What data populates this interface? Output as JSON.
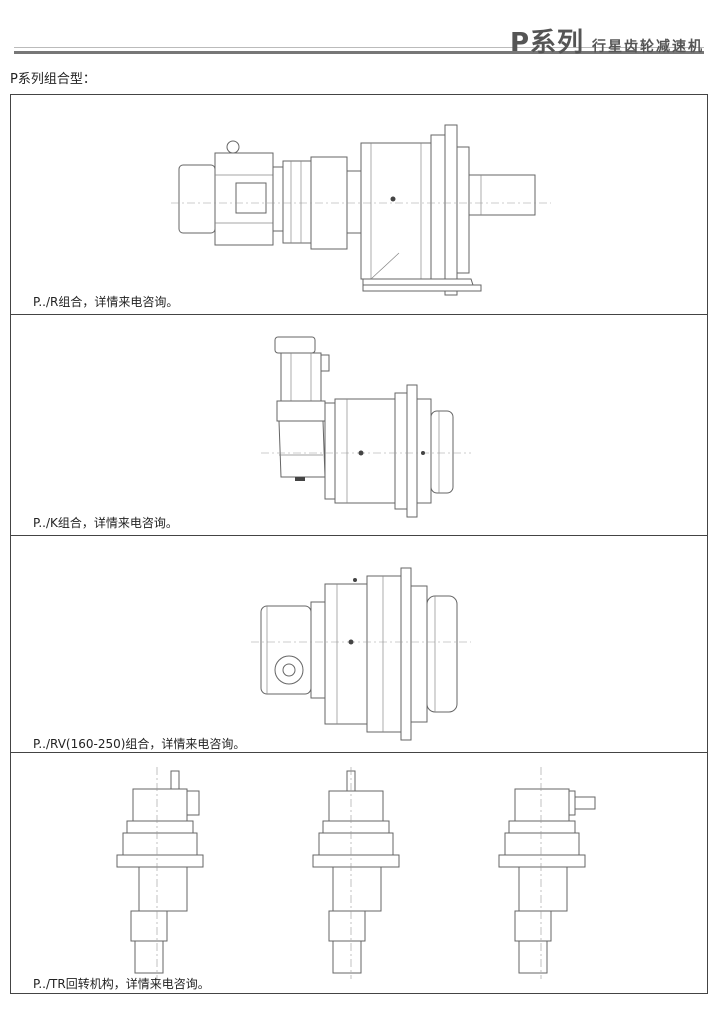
{
  "header": {
    "series": "P系列",
    "subtitle": "行星齿轮减速机"
  },
  "section_title": "P系列组合型：",
  "panels": [
    {
      "caption": "P../R组合，详情来电咨询。"
    },
    {
      "caption": "P../K组合，详情来电咨询。"
    },
    {
      "caption": "P../RV(160-250)组合，详情来电咨询。"
    },
    {
      "caption": "P../TR回转机构，详情来电咨询。"
    }
  ]
}
